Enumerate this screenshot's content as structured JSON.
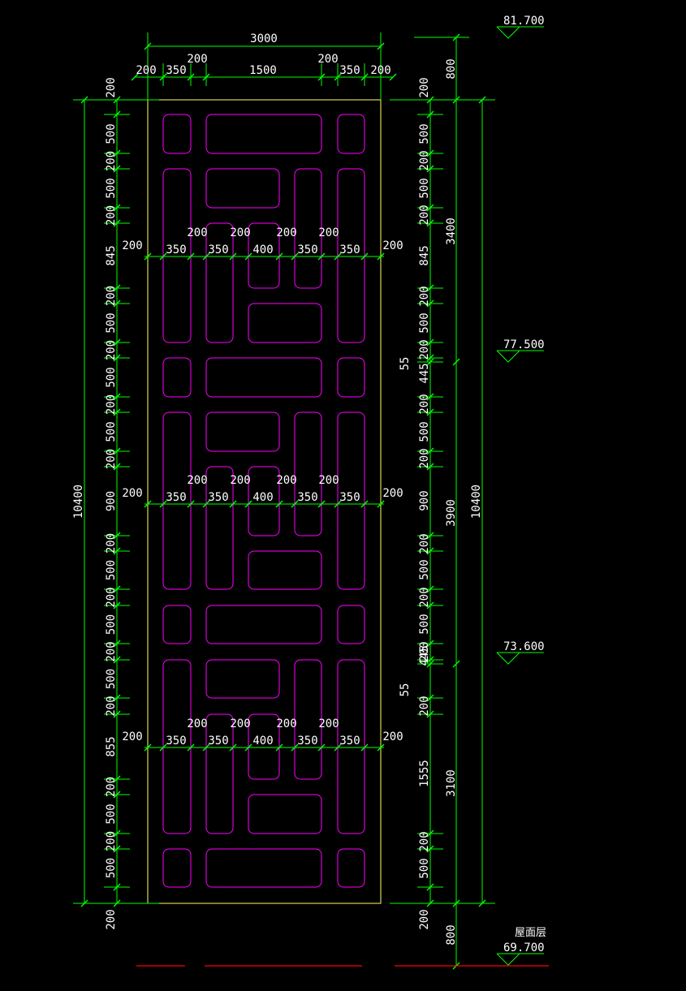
{
  "drawing": {
    "overall_width": "3000",
    "top_dims": [
      "200",
      "350",
      "200",
      "1500",
      "200",
      "350",
      "200"
    ],
    "band_dims": [
      "200",
      "350",
      "200",
      "350",
      "200",
      "400",
      "200",
      "350",
      "200",
      "350",
      "200"
    ],
    "left_chain": [
      "200",
      "500",
      "200",
      "500",
      "200",
      "845",
      "200",
      "500",
      "200",
      "500",
      "200",
      "500",
      "200",
      "900",
      "200",
      "500",
      "200",
      "500",
      "200",
      "500",
      "200",
      "855",
      "200",
      "500",
      "200",
      "500",
      "200"
    ],
    "left_total": "10400",
    "right_chain": [
      "200",
      "500",
      "200",
      "500",
      "200",
      "845",
      "200",
      "500",
      "200",
      "445",
      "55",
      "200",
      "500",
      "200",
      "900",
      "200",
      "500",
      "200",
      "500",
      "200",
      "445",
      "55",
      "200",
      "1555",
      "200",
      "500",
      "200"
    ],
    "right_mid": [
      "800",
      "3400",
      "3900",
      "3100",
      "800"
    ],
    "right_total": "10400",
    "elevations": [
      "81.700",
      "77.500",
      "73.600",
      "69.700"
    ],
    "floor_label": "屋面层"
  }
}
